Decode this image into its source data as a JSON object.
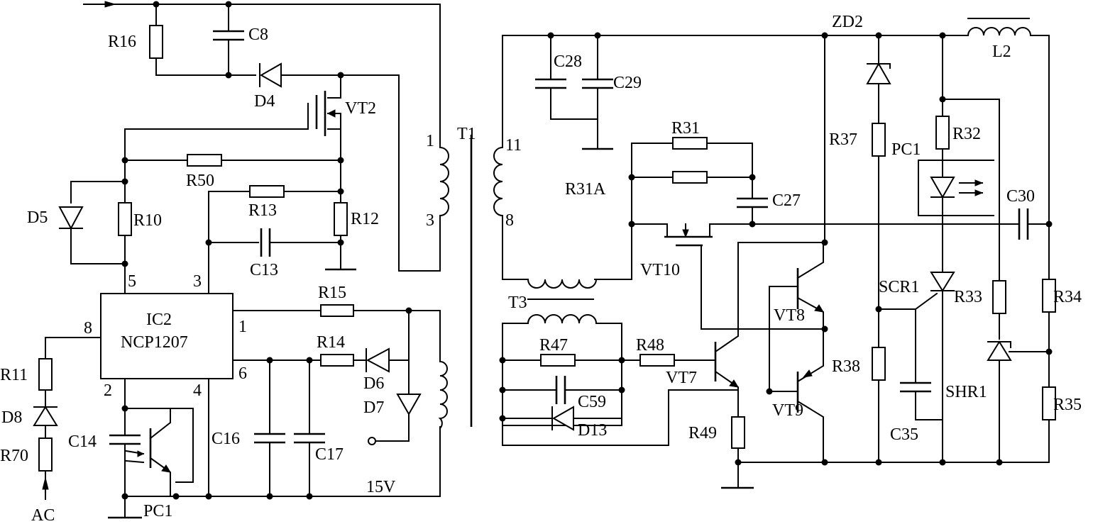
{
  "diagram": {
    "labels": {
      "R16": "R16",
      "C8": "C8",
      "D4": "D4",
      "VT2": "VT2",
      "R50": "R50",
      "D5": "D5",
      "R10": "R10",
      "R13": "R13",
      "R12": "R12",
      "C13": "C13",
      "pin5": "5",
      "pin3": "3",
      "pin1": "1",
      "pin8": "8",
      "pin2": "2",
      "pin4": "4",
      "pin6": "6",
      "IC2": "IC2",
      "NCP1207": "NCP1207",
      "R15": "R15",
      "R14": "R14",
      "D6": "D6",
      "D7": "D7",
      "R11": "R11",
      "D8": "D8",
      "R70": "R70",
      "AC": "AC",
      "C14": "C14",
      "PC1_left": "PC1",
      "C16": "C16",
      "C17": "C17",
      "V15": "15V",
      "T1": "T1",
      "t1_1": "1",
      "t1_3": "3",
      "t1_11": "11",
      "t1_8": "8",
      "C28": "C28",
      "C29": "C29",
      "R31": "R31",
      "R31A": "R31A",
      "C27": "C27",
      "VT10": "VT10",
      "T3": "T3",
      "R47": "R47",
      "R48": "R48",
      "C59": "C59",
      "D13": "D13",
      "VT7": "VT7",
      "R49": "R49",
      "VT8": "VT8",
      "VT9": "VT9",
      "ZD2": "ZD2",
      "R37": "R37",
      "PC1_right": "PC1",
      "R32": "R32",
      "L2": "L2",
      "C30": "C30",
      "SCR1": "SCR1",
      "R33": "R33",
      "R34": "R34",
      "R38": "R38",
      "SHR1": "SHR1",
      "R35": "R35",
      "C35": "C35"
    }
  }
}
